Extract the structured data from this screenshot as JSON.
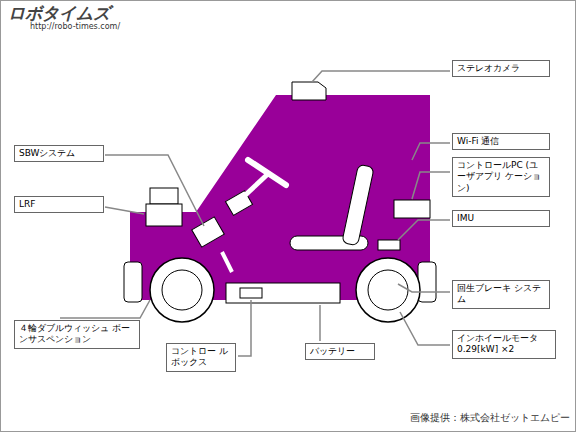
{
  "diagram": {
    "caption": "画像提供：株式会社ゼットエムピー",
    "nodes": [
      {
        "text": [
          "ステレオカメラ"
        ]
      },
      {
        "text": [
          "SBWシステム"
        ]
      },
      {
        "text": [
          "Wi-Fi 通信"
        ]
      },
      {
        "text": [
          "コントロールPC (ユーザアプリ ケーション)"
        ]
      },
      {
        "text": [
          "LRF"
        ]
      },
      {
        "text": [
          "IMU"
        ]
      },
      {
        "text": [
          "回生ブレーキ システム"
        ]
      },
      {
        "text": [
          "４輪ダブルウィッシュ ボーンサスペンション"
        ]
      },
      {
        "text": [
          "インホイールモータ 0.29[kW] ×2"
        ]
      },
      {
        "text": [
          "コントロー ルボックス"
        ]
      },
      {
        "text": [
          "バッテリー"
        ]
      }
    ],
    "labels": [
      "ロボタイムズ",
      "http://robo-times.com/"
    ]
  }
}
